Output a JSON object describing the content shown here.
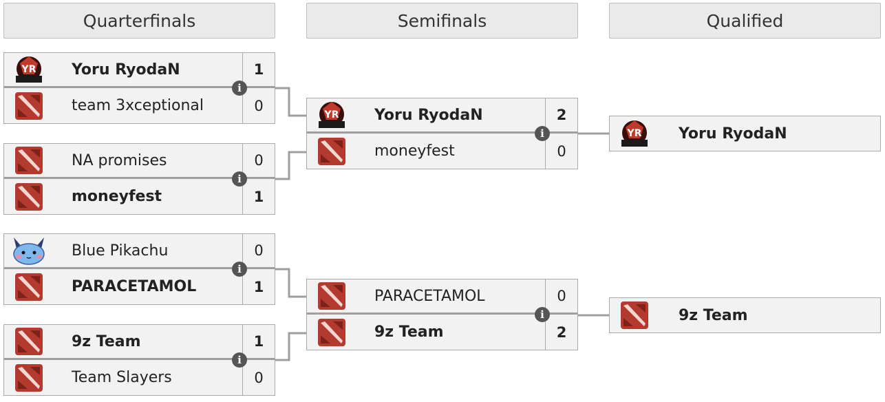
{
  "headers": {
    "quarterfinals": "Quarterfinals",
    "semifinals": "Semifinals",
    "qualified": "Qualified"
  },
  "quarterfinals": [
    {
      "team1": {
        "name": "Yoru RyodaN",
        "score": "1",
        "logo": "yoru-ryodan-logo"
      },
      "team2": {
        "name": "team 3xceptional",
        "score": "0",
        "logo": "dota-logo"
      }
    },
    {
      "team1": {
        "name": "NA promises",
        "score": "0",
        "logo": "dota-logo"
      },
      "team2": {
        "name": "moneyfest",
        "score": "1",
        "logo": "dota-logo"
      }
    },
    {
      "team1": {
        "name": "Blue Pikachu",
        "score": "0",
        "logo": "pikachu-logo"
      },
      "team2": {
        "name": "PARACETAMOL",
        "score": "1",
        "logo": "dota-logo"
      }
    },
    {
      "team1": {
        "name": "9z Team",
        "score": "1",
        "logo": "dota-logo"
      },
      "team2": {
        "name": "Team Slayers",
        "score": "0",
        "logo": "dota-logo"
      }
    }
  ],
  "semifinals": [
    {
      "team1": {
        "name": "Yoru RyodaN",
        "score": "2",
        "logo": "yoru-ryodan-logo"
      },
      "team2": {
        "name": "moneyfest",
        "score": "0",
        "logo": "dota-logo"
      }
    },
    {
      "team1": {
        "name": "PARACETAMOL",
        "score": "0",
        "logo": "dota-logo"
      },
      "team2": {
        "name": "9z Team",
        "score": "2",
        "logo": "dota-logo"
      }
    }
  ],
  "qualified": [
    {
      "name": "Yoru RyodaN",
      "logo": "yoru-ryodan-logo"
    },
    {
      "name": "9z Team",
      "logo": "dota-logo"
    }
  ],
  "info_icon_glyph": "i",
  "colors": {
    "slot_bg": "#f2f2f2",
    "header_bg": "#eaeaea",
    "connector": "#9e9e9e",
    "dota_red": "#b23a2e",
    "pikachu_blue": "#7fb8ec"
  }
}
